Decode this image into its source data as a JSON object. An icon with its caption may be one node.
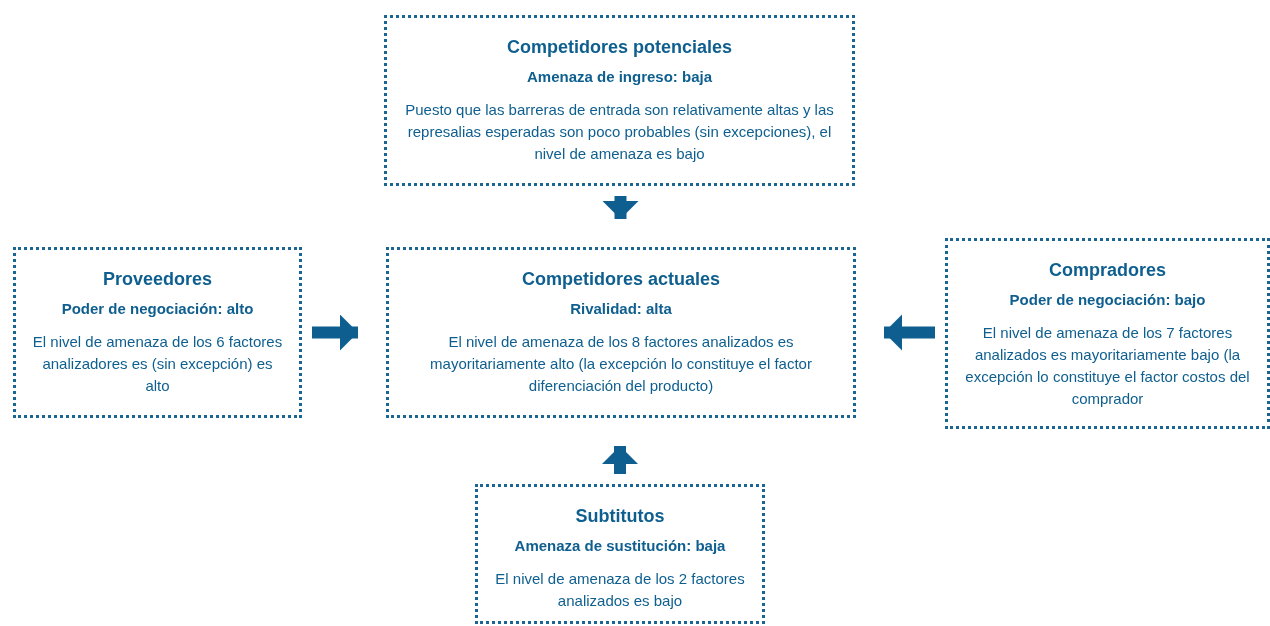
{
  "diagram": {
    "nodes": [
      {
        "text": [
          "Competidores potenciales",
          "Amenaza de ingreso: baja",
          "Puesto que las barreras de entrada son relativamente altas y las represalias esperadas son poco probables (sin excepciones), el nivel de amenaza es bajo"
        ]
      },
      {
        "text": [
          "Proveedores",
          "Poder de negociación: alto",
          "El nivel de amenaza de los 6 factores analizadores es (sin excepción) es alto"
        ]
      },
      {
        "text": [
          "Competidores actuales",
          "Rivalidad: alta",
          "El nivel de amenaza de los 8 factores analizados es mayoritariamente alto (la excepción lo constituye el factor diferenciación del producto)"
        ]
      },
      {
        "text": [
          "Compradores",
          "Poder de negociación: bajo",
          "El nivel de amenaza de los 7 factores analizados es mayoritariamente bajo (la excepción lo constituye el factor costos del comprador"
        ]
      },
      {
        "text": [
          "Subtitutos",
          "Amenaza de sustitución: baja",
          "El nivel de amenaza de los 2 factores analizados es bajo"
        ]
      }
    ],
    "edges": [
      {
        "from": 0,
        "to": 2,
        "arrow": "to"
      },
      {
        "from": 1,
        "to": 2,
        "arrow": "to"
      },
      {
        "from": 3,
        "to": 2,
        "arrow": "to"
      },
      {
        "from": 4,
        "to": 2,
        "arrow": "to"
      }
    ]
  }
}
